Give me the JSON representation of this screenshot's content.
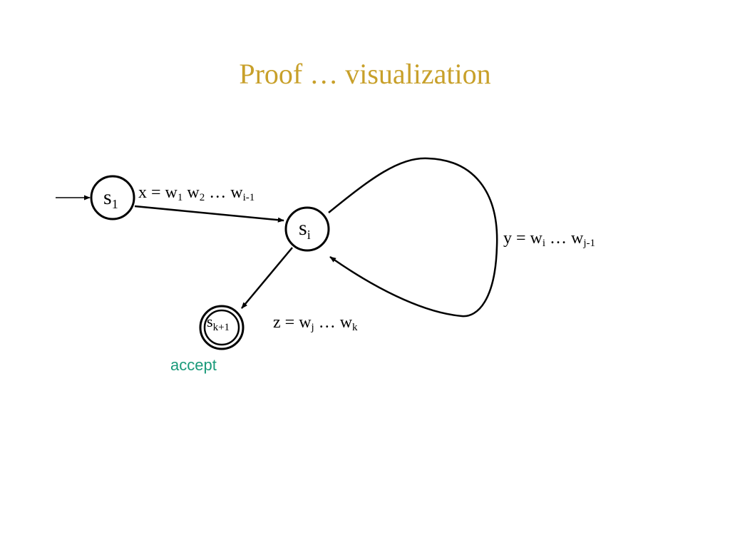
{
  "slide": {
    "title": "Proof … visualization",
    "title_color": "#C8A02A"
  },
  "states": {
    "s1": {
      "base": "s",
      "sub": "1"
    },
    "si": {
      "base": "s",
      "sub": "i"
    },
    "sk1": {
      "base": "s",
      "sub": "k+1"
    }
  },
  "labels": {
    "x": {
      "lhs": "x = w",
      "s1": "1",
      "w2": " w",
      "s2": "2",
      "dots": " … w",
      "s3": "i-1"
    },
    "y": {
      "lhs": "y = w",
      "s1": "i",
      "dots": " … w",
      "s2": "j-1"
    },
    "z": {
      "lhs": "z =  w",
      "s1": "j",
      "dots": " … w",
      "s2": "k"
    }
  },
  "accept": {
    "text": "accept",
    "color": "#1A9A7A"
  }
}
